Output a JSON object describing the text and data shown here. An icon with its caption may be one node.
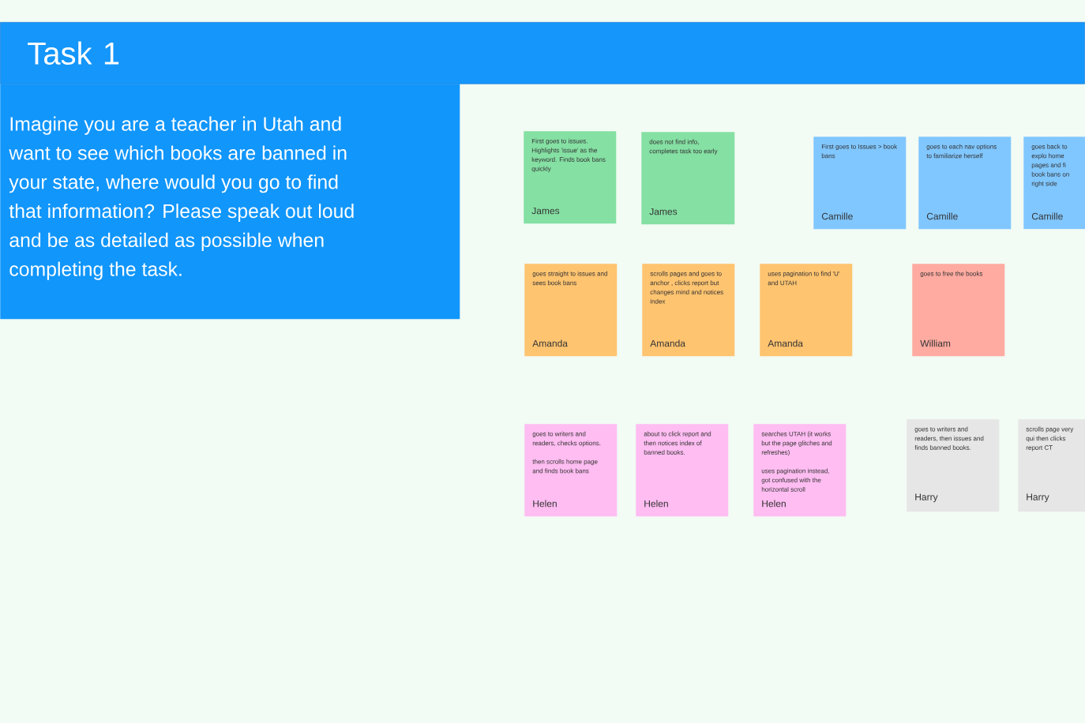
{
  "diagram": {
    "title": "Task 1",
    "nodes": [
      {
        "text": [
          "Imagine you are a teacher in Utah and want to see which books are banned in your state, where would you go to find that information? Please speak out loud and be as detailed as possible when completing the task."
        ]
      },
      {
        "text": [
          "First goes to issues. Highlights 'issue' as the keyword. Finds book bans quickly",
          "James"
        ]
      },
      {
        "text": [
          "does not find info, completes task too early",
          "James"
        ]
      },
      {
        "text": [
          "First goes to Issues > book bans",
          "Camille"
        ]
      },
      {
        "text": [
          "goes to each nav options to familiarize herself",
          "Camille"
        ]
      },
      {
        "text": [
          "goes back to explo home pages and fi book bans on right side",
          "Camille"
        ]
      },
      {
        "text": [
          "goes straight to issues and sees book bans",
          "Amanda"
        ]
      },
      {
        "text": [
          "scrolls pages and goes to anchor , clicks report but changes mind and notices index",
          "Amanda"
        ]
      },
      {
        "text": [
          "uses pagination to find 'U' and UTAH",
          "Amanda"
        ]
      },
      {
        "text": [
          "goes to free the books",
          "William"
        ]
      },
      {
        "text": [
          "goes to writers and readers, checks options.",
          "then scrolls home page and finds book bans",
          "Helen"
        ]
      },
      {
        "text": [
          "about to click report and then notices index of banned books.",
          "Helen"
        ]
      },
      {
        "text": [
          "searches UTAH (it works but the page glitches and refreshes)",
          "uses pagination instead, got confused with the horizontal scroll",
          "Helen"
        ]
      },
      {
        "text": [
          "goes to writers and readers, then issues and finds banned books.",
          "Harry"
        ]
      },
      {
        "text": [
          "scrolls page very qui then clicks report CT",
          "Harry"
        ]
      }
    ],
    "edges": []
  }
}
